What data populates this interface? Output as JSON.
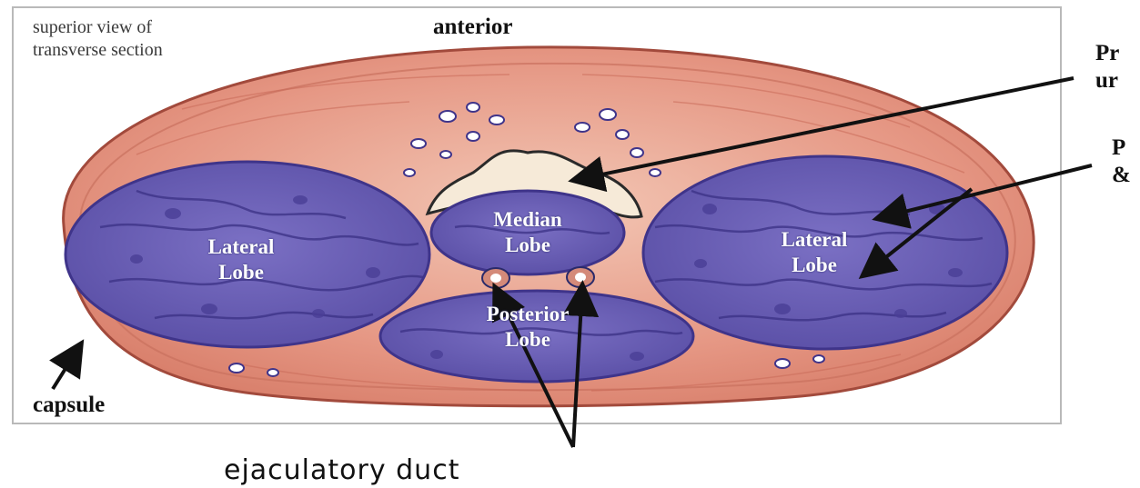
{
  "labels": {
    "view_note_line1": "superior view of",
    "view_note_line2": "transverse section",
    "anterior": "anterior",
    "urethra_line1": "Pr",
    "urethra_line2": "ur",
    "p_label_line1": "P",
    "p_label_line2": "&",
    "capsule": "capsule",
    "ejaculatory_duct": "ejaculatory duct"
  },
  "lobes": {
    "left_lateral": [
      "Lateral",
      "Lobe"
    ],
    "right_lateral": [
      "Lateral",
      "Lobe"
    ],
    "median": [
      "Median",
      "Lobe"
    ],
    "posterior": [
      "Posterior",
      "Lobe"
    ]
  },
  "colors": {
    "tissue": "#e79582",
    "tissue_light": "#f1c0ad",
    "lobe_fill": "#6b5fb5",
    "lobe_dark": "#3f348a",
    "urethra": "#f6ead8",
    "frame": "#b9b9b9"
  }
}
